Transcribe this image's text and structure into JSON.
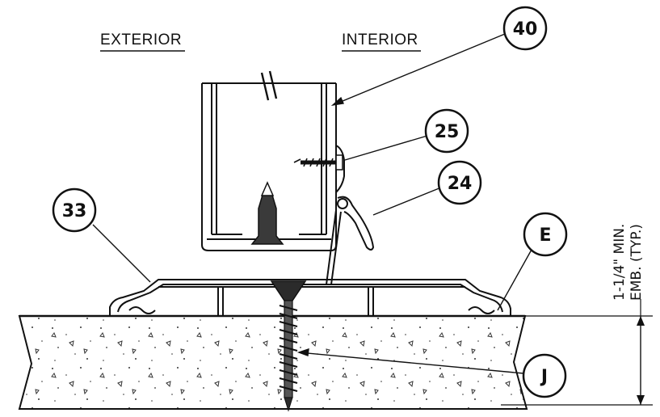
{
  "headers": {
    "exterior": "EXTERIOR",
    "interior": "INTERIOR"
  },
  "callouts": {
    "c40": "40",
    "c25": "25",
    "c24": "24",
    "c33": "33",
    "cE": "E",
    "cJ": "J"
  },
  "dimension": {
    "line1": "1-1/4\" MIN.",
    "line2": "EMB. (TYP.)"
  }
}
